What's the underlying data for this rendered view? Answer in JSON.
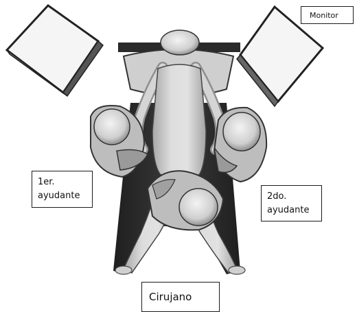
{
  "labels": {
    "monitor": "Monitor",
    "first_assistant": [
      "1er.",
      "ayudante"
    ],
    "second_assistant": [
      "2do.",
      "ayudante"
    ],
    "surgeon": "Cirujano"
  },
  "colors": {
    "background": "#ffffff",
    "outline": "#1a1a1a",
    "skin": "#d7d7d7",
    "skin_shadow": "#9c9c9c",
    "drape": "#2b2b2b",
    "monitor_face": "#f4f4f4",
    "head": "#e6e6e6"
  }
}
